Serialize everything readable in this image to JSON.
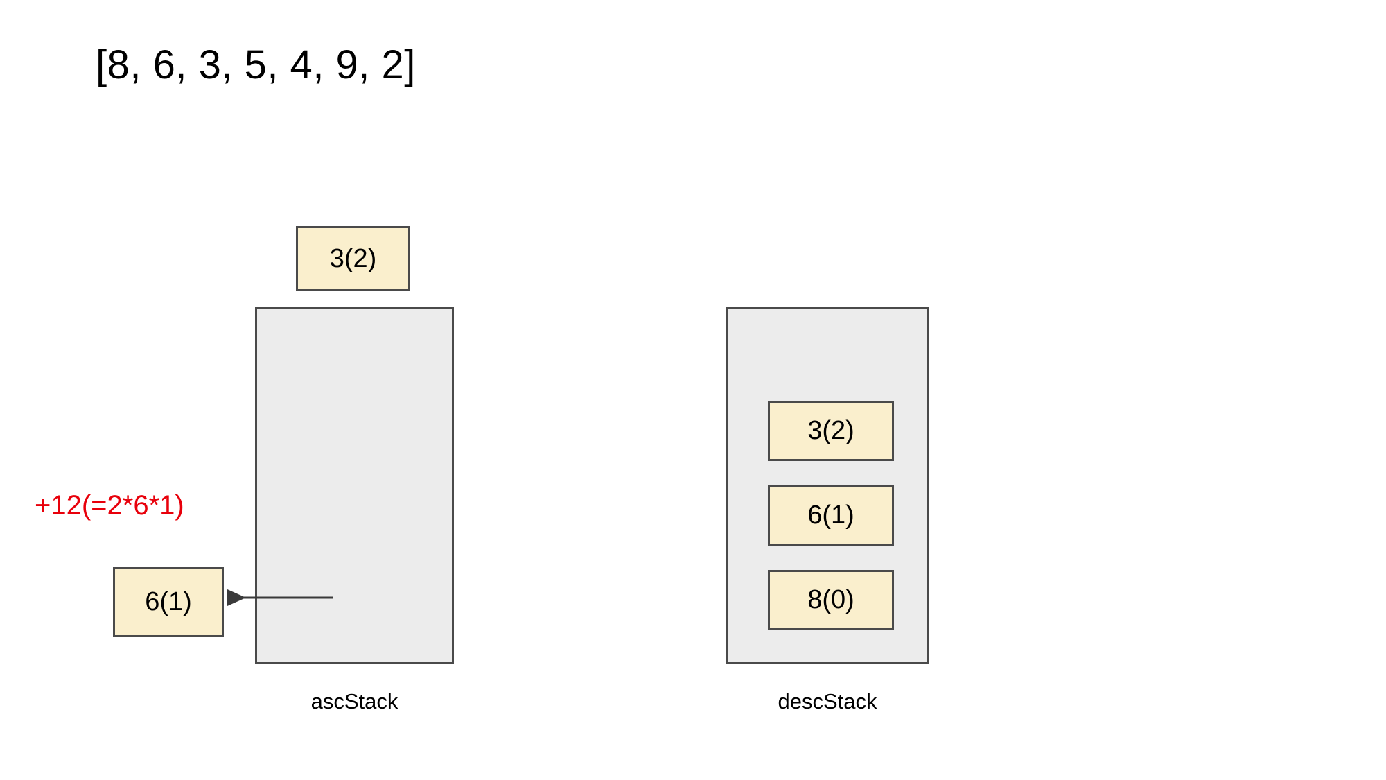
{
  "diagram": {
    "title": "[8, 6, 3, 5, 4, 9, 2]",
    "annotation": "+12(=2*6*1)",
    "colors": {
      "cell_fill": "#faefcd",
      "cell_border": "#4a4a4a",
      "stack_fill": "#ececec",
      "stack_border": "#4a4a4a",
      "annotation_color": "#e8000b",
      "text_color": "#000000",
      "arrow_color": "#3a3a3a",
      "background": "#ffffff"
    },
    "floating_cell": {
      "label": "3(2)"
    },
    "popped_cell": {
      "label": "6(1)"
    },
    "asc_stack": {
      "label": "ascStack",
      "cells": []
    },
    "desc_stack": {
      "label": "descStack",
      "cells": [
        {
          "label": "3(2)"
        },
        {
          "label": "6(1)"
        },
        {
          "label": "8(0)"
        }
      ]
    },
    "arrow": {
      "name": "pop-arrow",
      "direction": "left"
    }
  }
}
